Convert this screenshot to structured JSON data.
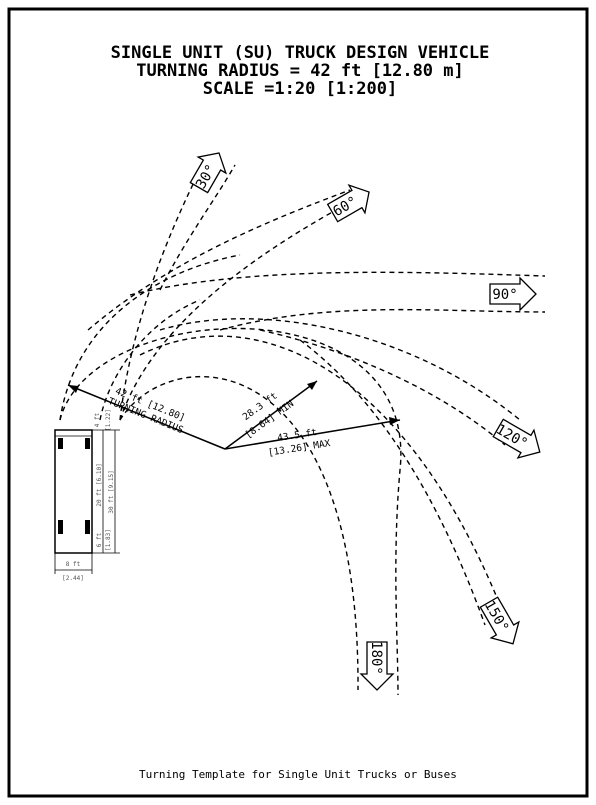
{
  "title": {
    "line1": "SINGLE UNIT (SU) TRUCK DESIGN VEHICLE",
    "line2": "TURNING RADIUS = 42 ft [12.80 m]",
    "line3": "SCALE =1:20 [1:200]"
  },
  "radius_labels": {
    "turning_value": "42 ft [12.80]",
    "turning_text": "TURNING RADIUS",
    "min_value": "28.3 ft",
    "min_text": "[8.64] MIN",
    "max_value": "43.5 ft",
    "max_text": "[13.26] MAX"
  },
  "angles": [
    "30°",
    "60°",
    "90°",
    "120°",
    "150°",
    "180°"
  ],
  "vehicle_dims": {
    "width": "8 ft",
    "width_metric": "[2.44]",
    "front_overhang": "4 ft",
    "front_overhang_metric": "[1.22]",
    "wheelbase": "20 ft [6.10]",
    "overall_length": "30 ft [9.15]",
    "rear_overhang": "6 ft",
    "rear_overhang_metric": "[1.83]"
  },
  "footer": "Turning Template for Single Unit Trucks or Buses"
}
